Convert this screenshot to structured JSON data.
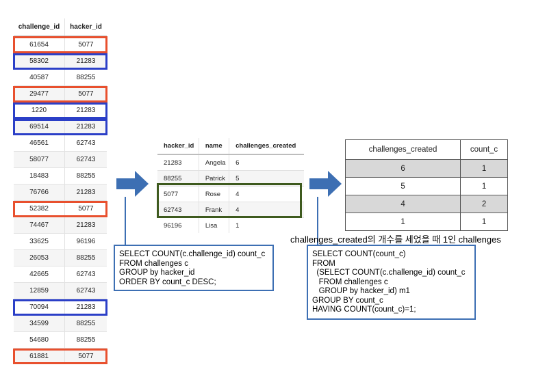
{
  "challenges_table": {
    "columns": [
      "challenge_id",
      "hacker_id"
    ],
    "rows": [
      [
        "61654",
        "5077"
      ],
      [
        "58302",
        "21283"
      ],
      [
        "40587",
        "88255"
      ],
      [
        "29477",
        "5077"
      ],
      [
        "1220",
        "21283"
      ],
      [
        "69514",
        "21283"
      ],
      [
        "46561",
        "62743"
      ],
      [
        "58077",
        "62743"
      ],
      [
        "18483",
        "88255"
      ],
      [
        "76766",
        "21283"
      ],
      [
        "52382",
        "5077"
      ],
      [
        "74467",
        "21283"
      ],
      [
        "33625",
        "96196"
      ],
      [
        "26053",
        "88255"
      ],
      [
        "42665",
        "62743"
      ],
      [
        "12859",
        "62743"
      ],
      [
        "70094",
        "21283"
      ],
      [
        "34599",
        "88255"
      ],
      [
        "54680",
        "88255"
      ],
      [
        "61881",
        "5077"
      ]
    ]
  },
  "counts_table": {
    "columns": [
      "hacker_id",
      "name",
      "challenges_created"
    ],
    "rows": [
      [
        "21283",
        "Angela",
        "6"
      ],
      [
        "88255",
        "Patrick",
        "5"
      ],
      [
        "5077",
        "Rose",
        "4"
      ],
      [
        "62743",
        "Frank",
        "4"
      ],
      [
        "96196",
        "Lisa",
        "1"
      ]
    ]
  },
  "result_table": {
    "columns": [
      "challenges_created",
      "count_c"
    ],
    "rows": [
      [
        "6",
        "1"
      ],
      [
        "5",
        "1"
      ],
      [
        "4",
        "2"
      ],
      [
        "1",
        "1"
      ]
    ]
  },
  "caption": "challenges_created의 개수를 세었을 때 1인 challenges",
  "query1": "SELECT COUNT(c.challenge_id) count_c\nFROM challenges c\nGROUP by hacker_id\nORDER BY count_c DESC;",
  "query2": "SELECT COUNT(count_c)\nFROM\n  (SELECT COUNT(c.challenge_id) count_c\n   FROM challenges c\n   GROUP by hacker_id) m1\nGROUP BY count_c\nHAVING COUNT(count_c)=1;",
  "colors": {
    "highlight_red": "#e8502e",
    "highlight_blue": "#2b3fc7",
    "highlight_green": "#3e5a1e",
    "arrow": "#3d6fb3",
    "box_border": "#3d6fb3",
    "result_row_gray": "#d8d8d8"
  }
}
